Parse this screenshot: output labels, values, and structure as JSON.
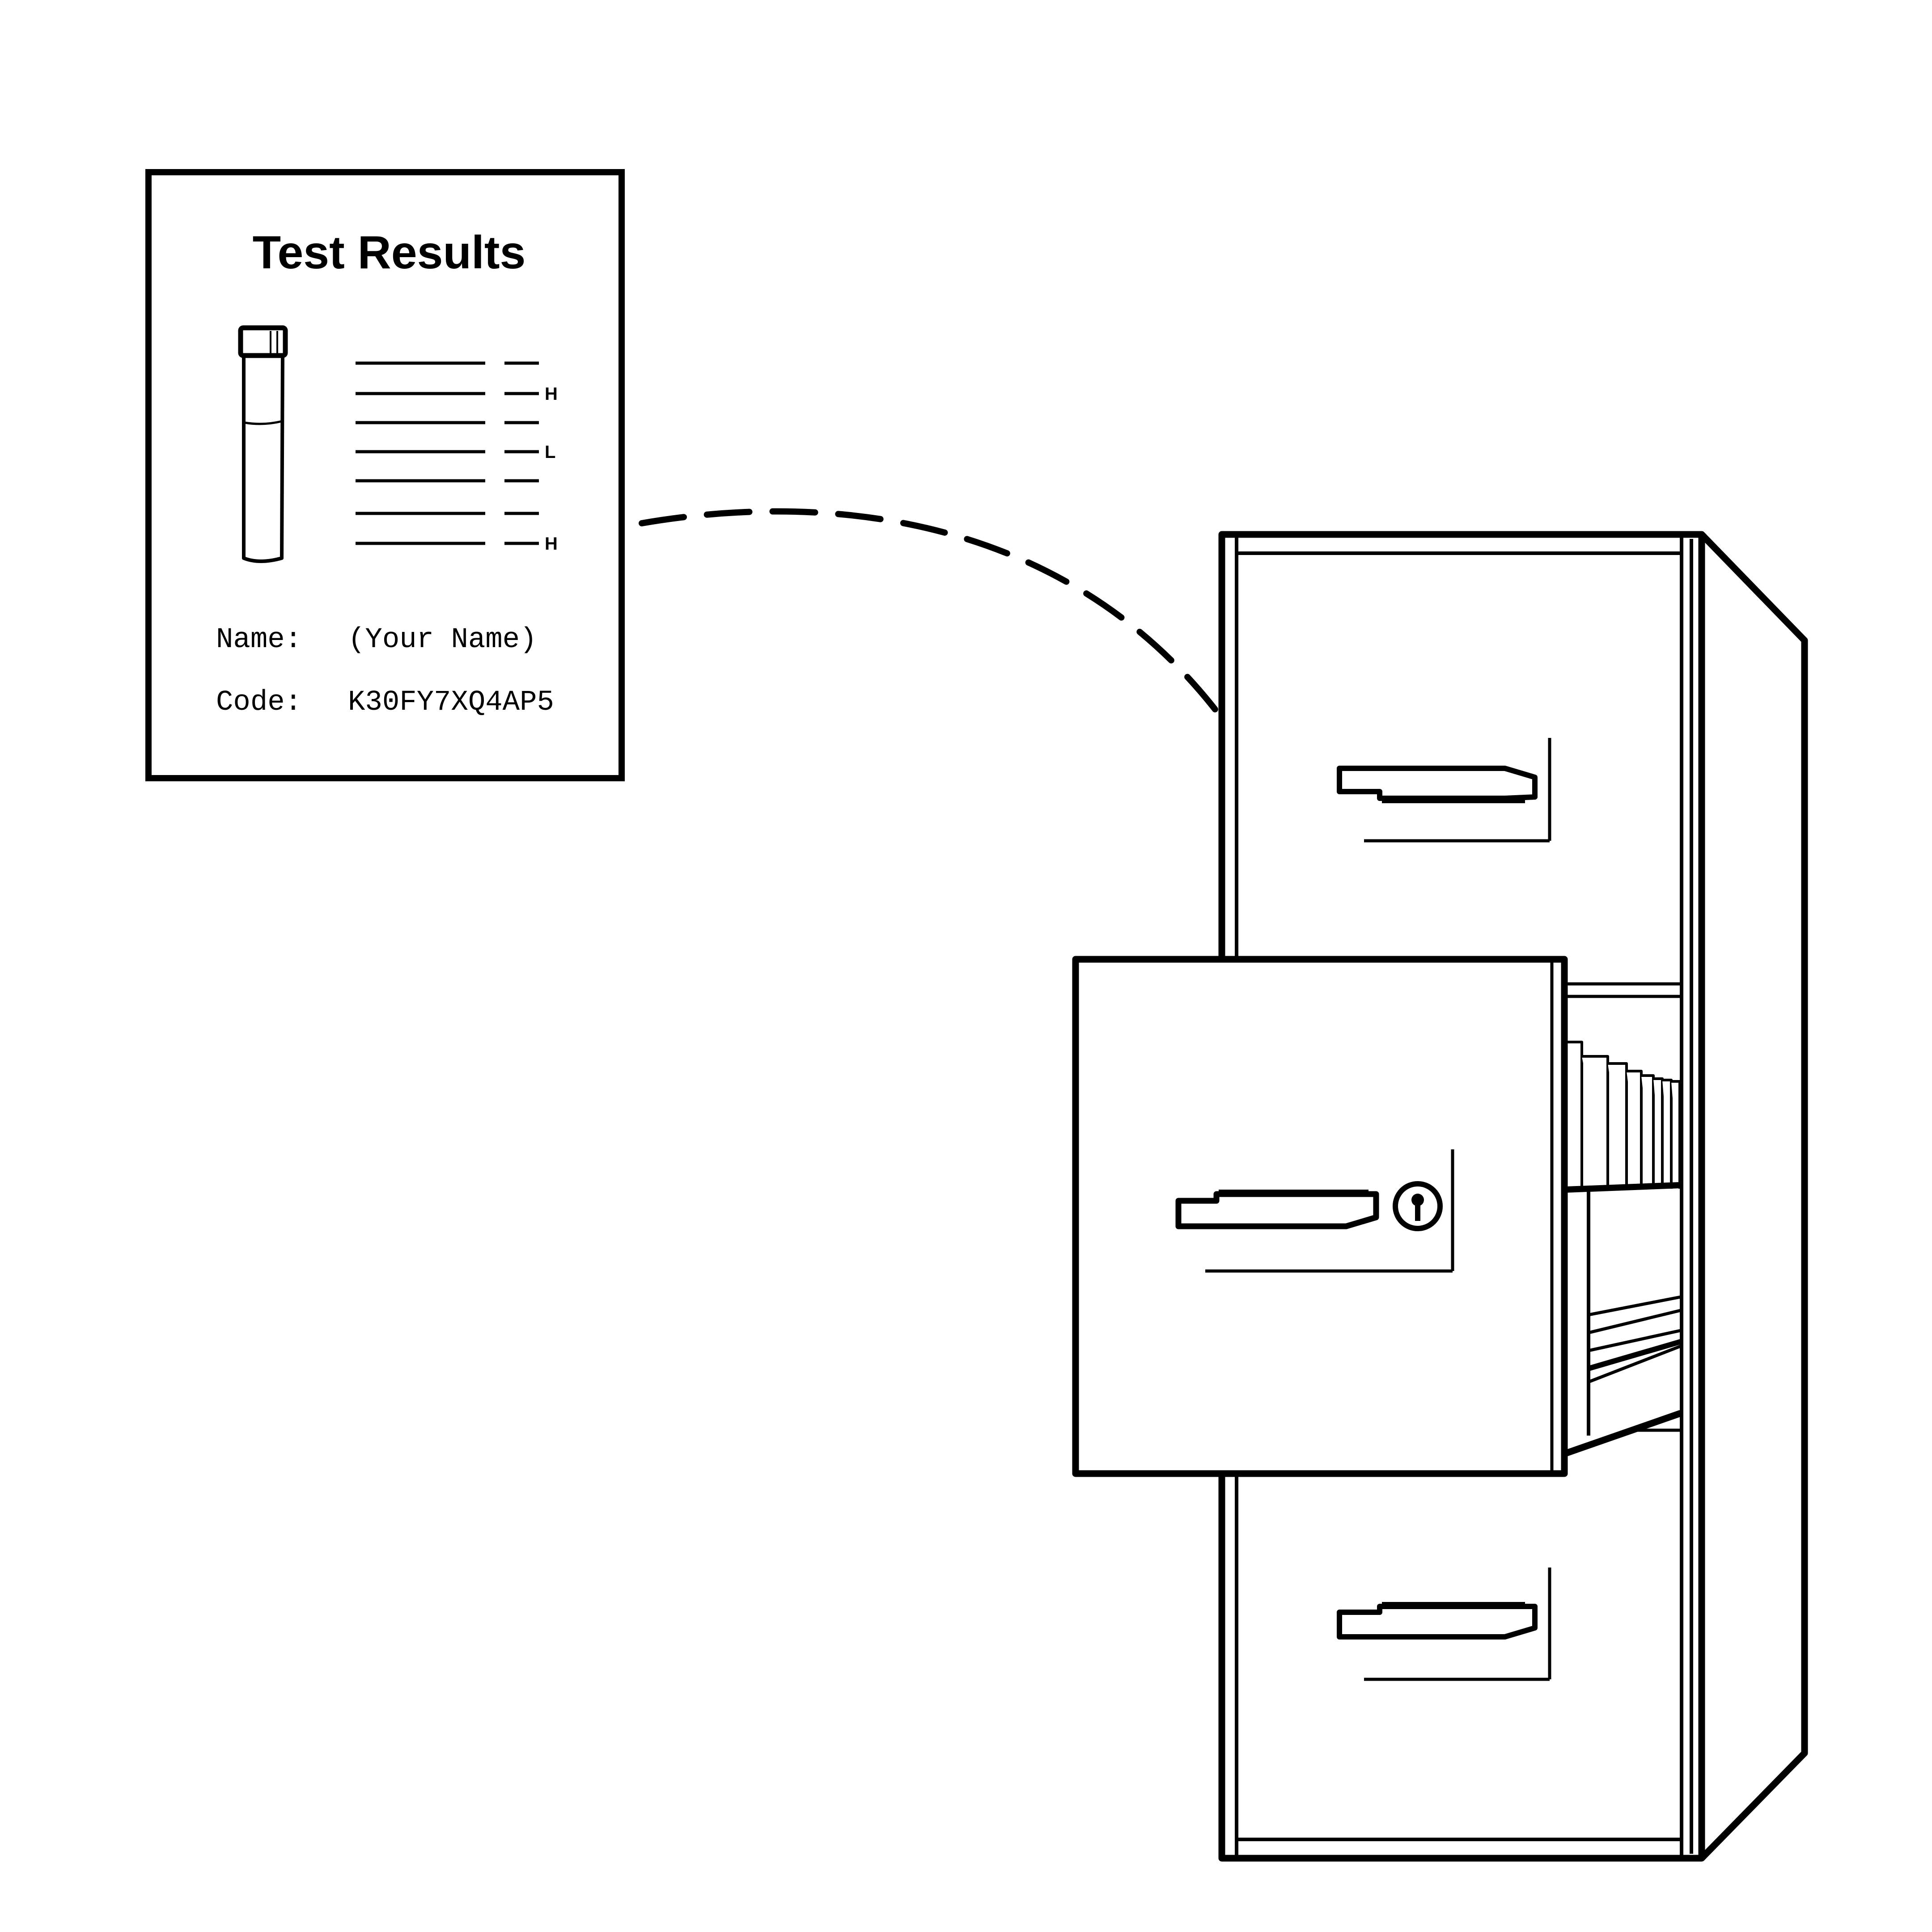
{
  "document": {
    "title": "Test Results",
    "fields": [
      {
        "label": "Name:",
        "value": "(Your Name)"
      },
      {
        "label": "Code:",
        "value": "K30FY7XQ4AP5"
      }
    ],
    "result_rows": [
      {
        "flag": ""
      },
      {
        "flag": "H"
      },
      {
        "flag": ""
      },
      {
        "flag": "L"
      },
      {
        "flag": ""
      },
      {
        "flag": ""
      },
      {
        "flag": "H"
      }
    ],
    "icons": [
      "test-tube-icon",
      "dashed-arrow",
      "filing-cabinet",
      "keyhole-icon"
    ]
  },
  "colors": {
    "ink": "#000000",
    "paper": "#ffffff"
  }
}
